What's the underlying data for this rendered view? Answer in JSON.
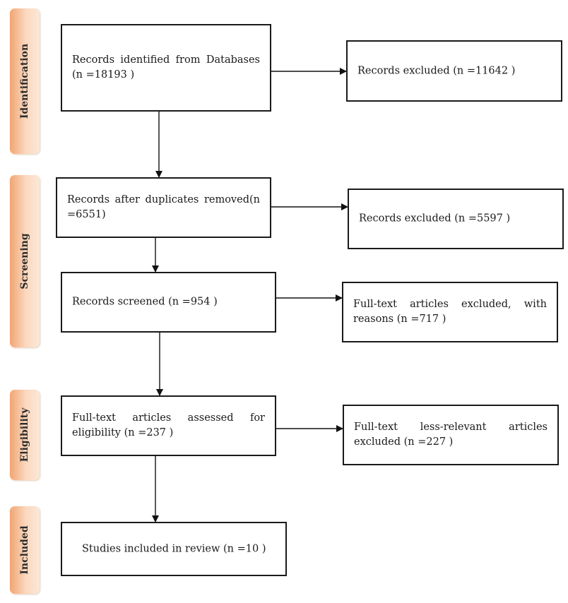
{
  "stages": [
    {
      "id": "identification",
      "label": "Identification"
    },
    {
      "id": "screening",
      "label": "Screening"
    },
    {
      "id": "eligibility",
      "label": "Eligibility"
    },
    {
      "id": "included",
      "label": "Included"
    }
  ],
  "boxes": {
    "identified": "Records identified from Databases (n =18193 )",
    "excluded_1": "Records excluded (n =11642 )",
    "after_duplicates": "Records after duplicates removed(n =6551)",
    "excluded_2": "Records excluded (n =5597 )",
    "screened": "Records screened (n =954 )",
    "fulltext_excluded": "Full-text articles excluded, with reasons (n =717 )",
    "assessed": "Full-text articles assessed for eligibility (n =237 )",
    "less_relevant_excluded": "Full-text less-relevant articles excluded (n =227 )",
    "included": "Studies included in review (n =10 )"
  }
}
